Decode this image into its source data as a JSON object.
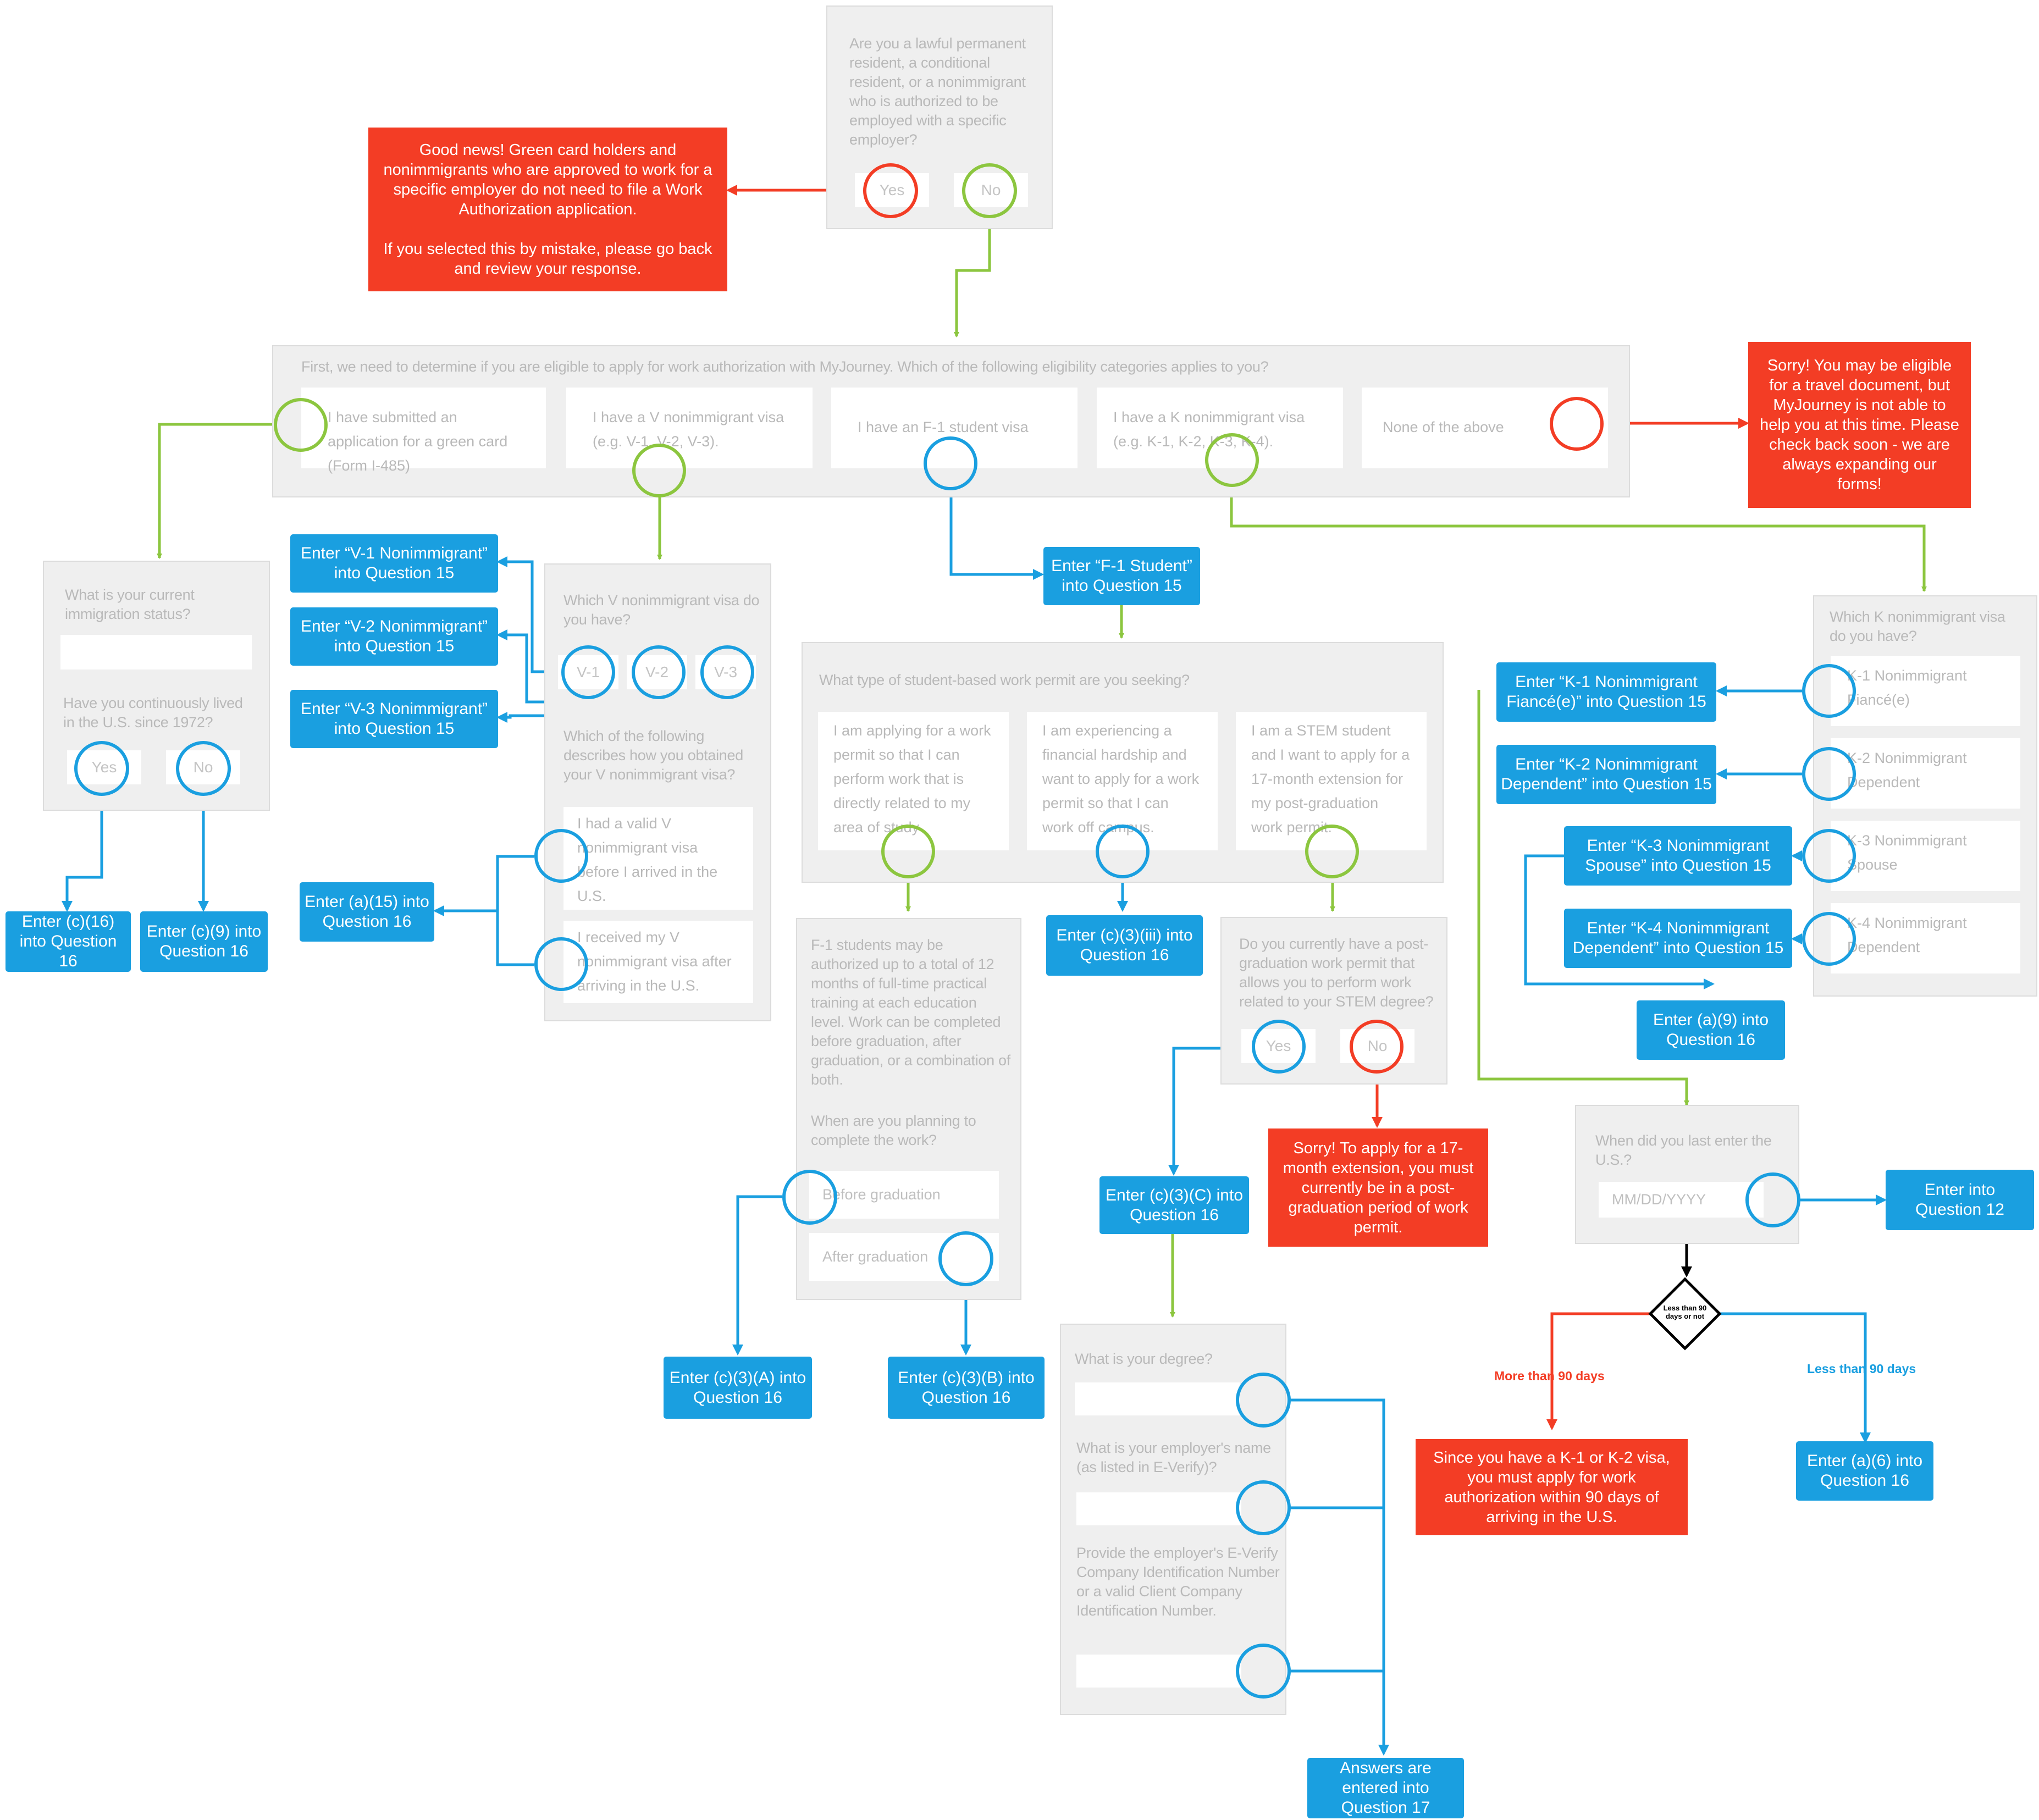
{
  "q_lpr": {
    "question": "Are you a lawful permanent resident, a conditional resident, or a nonimmigrant who is authorized to be employed with a specific employer?",
    "yes": "Yes",
    "no": "No"
  },
  "good_news": "Good news!  Green card holders and nonimmigrants who are approved to work for a specific employer do not need to file a Work Authorization application.\n\nIf you selected this by mistake, please go back and review your response.",
  "eligibility": {
    "question": "First, we need to determine if you are eligible to apply for work authorization with MyJourney. Which of the following eligibility categories applies to you?",
    "options": [
      "I have submitted an application for a green card (Form I-485)",
      "I have a V nonimmigrant visa (e.g. V-1, V-2, V-3).",
      "I have an F-1 student visa",
      "I have a K nonimmigrant visa (e.g. K-1, K-2, K-3, K-4).",
      "None of the above"
    ]
  },
  "sorry_travel": "Sorry! You may be eligible for a travel document, but MyJourney is not able to help you at this time. Please check back soon - we are always expanding our forms!",
  "status": {
    "q1": "What is your current immigration status?",
    "q2": "Have you continuously lived in the U.S. since 1972?",
    "yes": "Yes",
    "no": "No",
    "out_yes": "Enter (c)(16) into Question 16",
    "out_no": "Enter (c)(9) into Question 16"
  },
  "v_visa": {
    "q1": "Which V nonimmigrant visa do you have?",
    "buttons": [
      "V-1",
      "V-2",
      "V-3"
    ],
    "q2": "Which of the following describes how you obtained your V nonimmigrant visa?",
    "opt1": "I had a valid V nonimmigrant visa before I arrived in the U.S.",
    "opt2": "I received my V nonimmigrant visa after arriving in the U.S.",
    "out_v1": "Enter “V-1 Nonimmigrant” into Question 15",
    "out_v2": "Enter “V-2 Nonimmigrant” into Question 15",
    "out_v3": "Enter “V-3 Nonimmigrant” into Question 15",
    "out_a15": "Enter (a)(15) into Question 16"
  },
  "f1": {
    "out_student": "Enter “F-1 Student” into Question 15",
    "q_type": "What type of student-based work permit are you seeking?",
    "opt1": "I am applying for a work permit so that I can perform work that is directly related to my area of study",
    "opt2": "I am experiencing a financial hardship and want to apply for a work permit so that I can work off campus.",
    "opt3": "I am a STEM student and I want to apply for a 17-month extension for my post-graduation work permit.",
    "info": "F-1 students may be authorized up to a total of 12 months of full-time practical training at each education level. Work can be completed before graduation, after graduation, or a combination of both.",
    "q_when": "When are you planning to complete the work?",
    "before": "Before graduation",
    "after": "After graduation",
    "out_c3a": "Enter (c)(3)(A) into Question 16",
    "out_c3b": "Enter (c)(3)(B) into Question 16",
    "out_c3iii": "Enter (c)(3)(iii) into Question 16",
    "q_stem": "Do you currently have a post-graduation work permit that allows you to perform work related to your STEM degree?",
    "yes": "Yes",
    "no": "No",
    "sorry_stem": "Sorry! To apply for a 17-month extension, you must currently be in a post-graduation period of work permit.",
    "out_c3c": "Enter (c)(3)(C) into Question 16",
    "q_degree": "What is your degree?",
    "q_employer": "What is your employer's name (as listed in E-Verify)?",
    "q_everify": "Provide the employer's E-Verify Company Identification Number or a valid Client Company Identification Number.",
    "out_q17": "Answers are entered into Question 17"
  },
  "k_visa": {
    "q": "Which K nonimmigrant visa do you have?",
    "opts": [
      "K-1 Nonimmigrant Fiancé(e)",
      "K-2 Nonimmigrant Dependent",
      "K-3 Nonimmigrant Spouse",
      "K-4 Nonimmigrant Dependent"
    ],
    "out_k1": "Enter “K-1 Nonimmigrant Fiancé(e)” into Question 15",
    "out_k2": "Enter “K-2 Nonimmigrant Dependent” into Question 15",
    "out_k3": "Enter “K-3 Nonimmigrant Spouse” into Question 15",
    "out_k4": "Enter “K-4 Nonimmigrant Dependent” into Question 15",
    "out_a9": "Enter (a)(9) into Question 16",
    "q_entry": "When did you last enter the U.S.?",
    "date_placeholder": "MM/DD/YYYY",
    "out_q12": "Enter into Question 12",
    "decision": "Less than 90 days or not",
    "more": "More than 90 days",
    "less": "Less than 90 days",
    "sorry_k": "Since you have a K-1 or K-2 visa, you must apply for work authorization within 90 days of arriving in the U.S.",
    "out_a6": "Enter (a)(6) into Question 16"
  },
  "colors": {
    "blue": "#1a9fe0",
    "red": "#f33d25",
    "green": "#8cc63f",
    "panel": "#efefef"
  }
}
